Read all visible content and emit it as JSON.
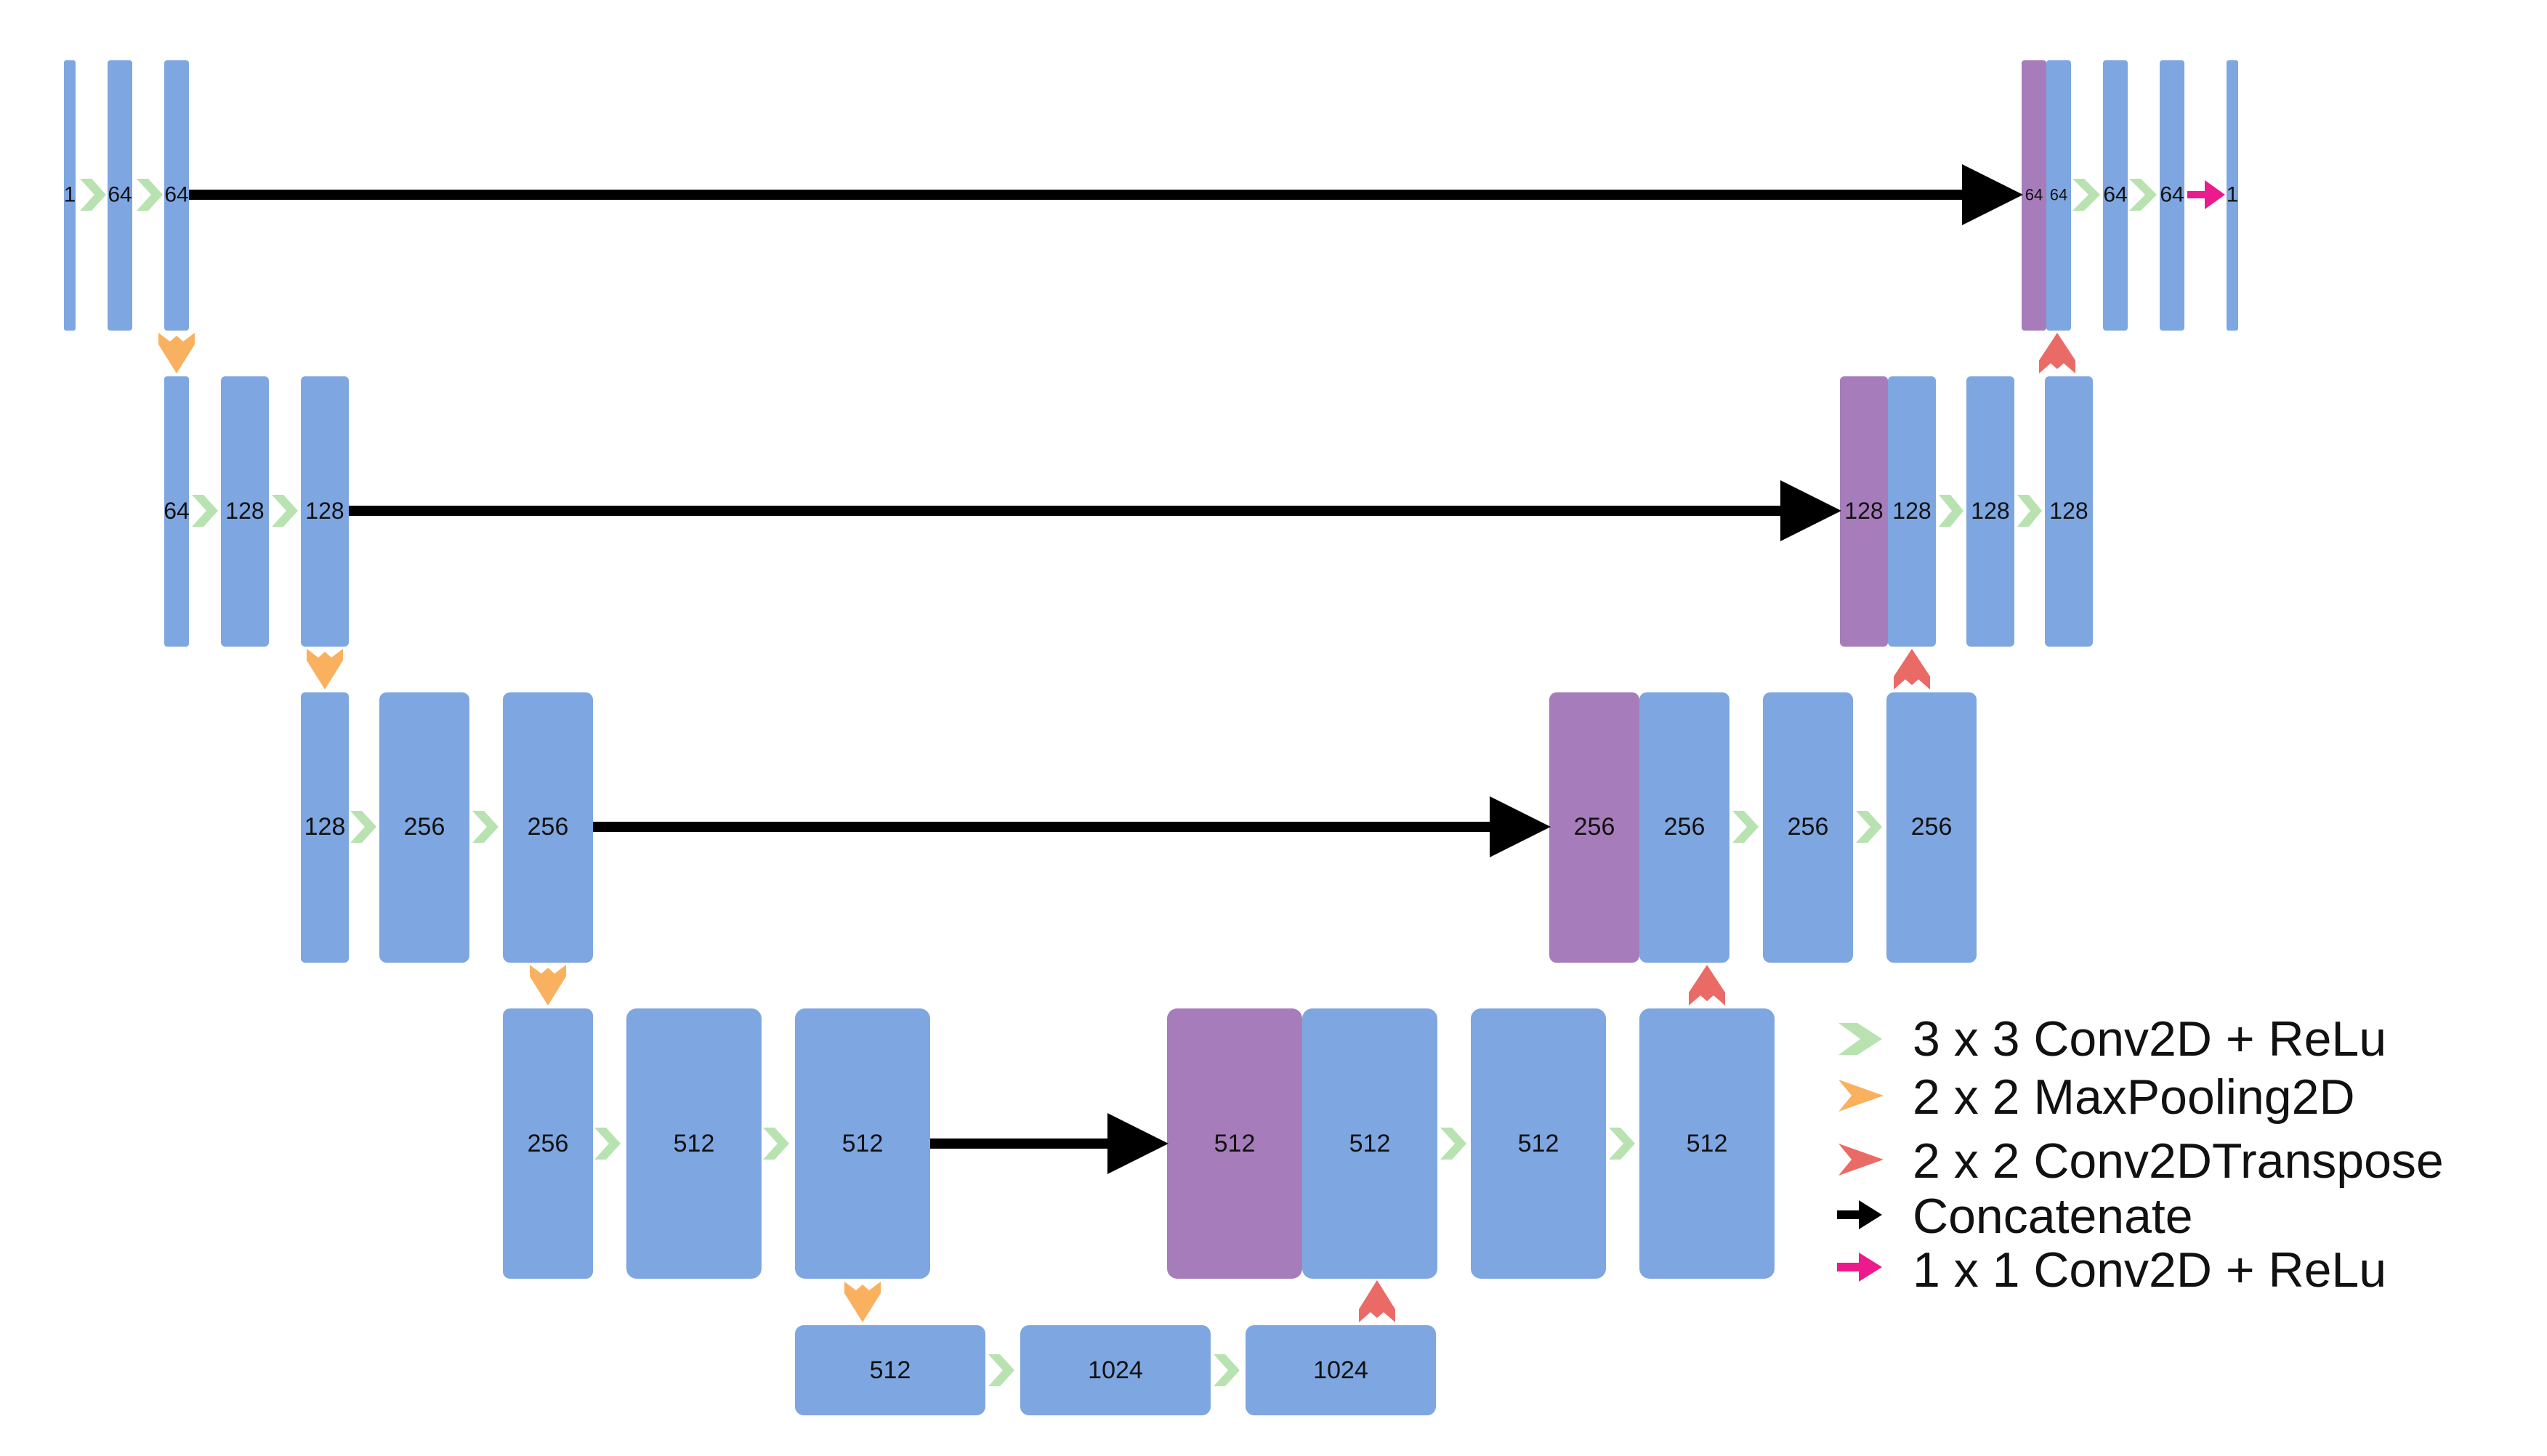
{
  "colors": {
    "block_blue": "#7ea6e0",
    "block_purple": "#a67dba",
    "conv_chevron": "#b8e2b0",
    "maxpool_arrow": "#f9b160",
    "upconv_arrow": "#ea6b66",
    "concat_arrow": "#000000",
    "final_arrow": "#ec1a8c"
  },
  "encoder": {
    "level1": [
      "1",
      "64",
      "64"
    ],
    "level2": [
      "64",
      "128",
      "128"
    ],
    "level3": [
      "128",
      "256",
      "256"
    ],
    "level4": [
      "256",
      "512",
      "512"
    ]
  },
  "bottleneck": [
    "512",
    "1024",
    "1024"
  ],
  "decoder": {
    "level4": [
      "512",
      "512",
      "512",
      "512"
    ],
    "level3": [
      "256",
      "256",
      "256",
      "256"
    ],
    "level2": [
      "128",
      "128",
      "128",
      "128"
    ],
    "level1": [
      "64",
      "64",
      "64",
      "64",
      "1"
    ]
  },
  "legend": [
    {
      "icon": "conv-chevron-icon",
      "label": "3 x 3 Conv2D + ReLu"
    },
    {
      "icon": "maxpool-arrow-icon",
      "label": "2 x 2 MaxPooling2D"
    },
    {
      "icon": "upconv-arrow-icon",
      "label": "2 x 2 Conv2DTranspose"
    },
    {
      "icon": "concat-arrow-icon",
      "label": "Concatenate"
    },
    {
      "icon": "final-conv-arrow-icon",
      "label": "1 x 1 Conv2D + ReLu"
    }
  ]
}
